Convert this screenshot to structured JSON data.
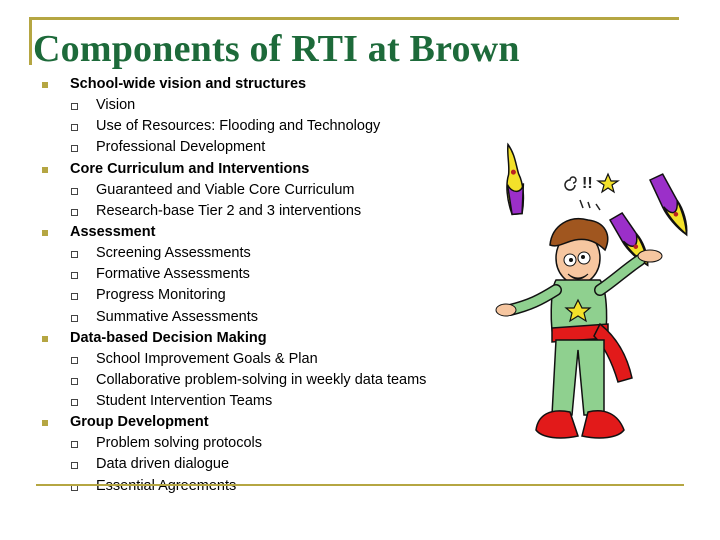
{
  "slide": {
    "title": "Components of RTI at Brown",
    "colors": {
      "title": "#1d6a3a",
      "rule": "#b5a642",
      "bullet": "#b5a642",
      "text": "#000000"
    },
    "sections": [
      {
        "heading": "School-wide vision and structures",
        "items": [
          "Vision",
          "Use of Resources: Flooding and Technology",
          "Professional Development"
        ]
      },
      {
        "heading": "Core Curriculum and Interventions",
        "items": [
          "Guaranteed and Viable Core Curriculum",
          "Research-base Tier 2 and 3 interventions"
        ]
      },
      {
        "heading": "Assessment",
        "items": [
          "Screening Assessments",
          "Formative Assessments",
          "Progress Monitoring",
          "Summative Assessments"
        ]
      },
      {
        "heading": "Data-based Decision Making",
        "items": [
          "School Improvement Goals & Plan",
          "Collaborative problem-solving in weekly data teams",
          "Student Intervention Teams"
        ]
      },
      {
        "heading": "Group Development",
        "items": [
          "Problem solving protocols",
          "Data driven dialogue",
          "Essential Agreements"
        ]
      }
    ],
    "illustration": {
      "description": "cartoon juggler overwhelmed by juggling pins",
      "exclamation": "!!"
    }
  }
}
